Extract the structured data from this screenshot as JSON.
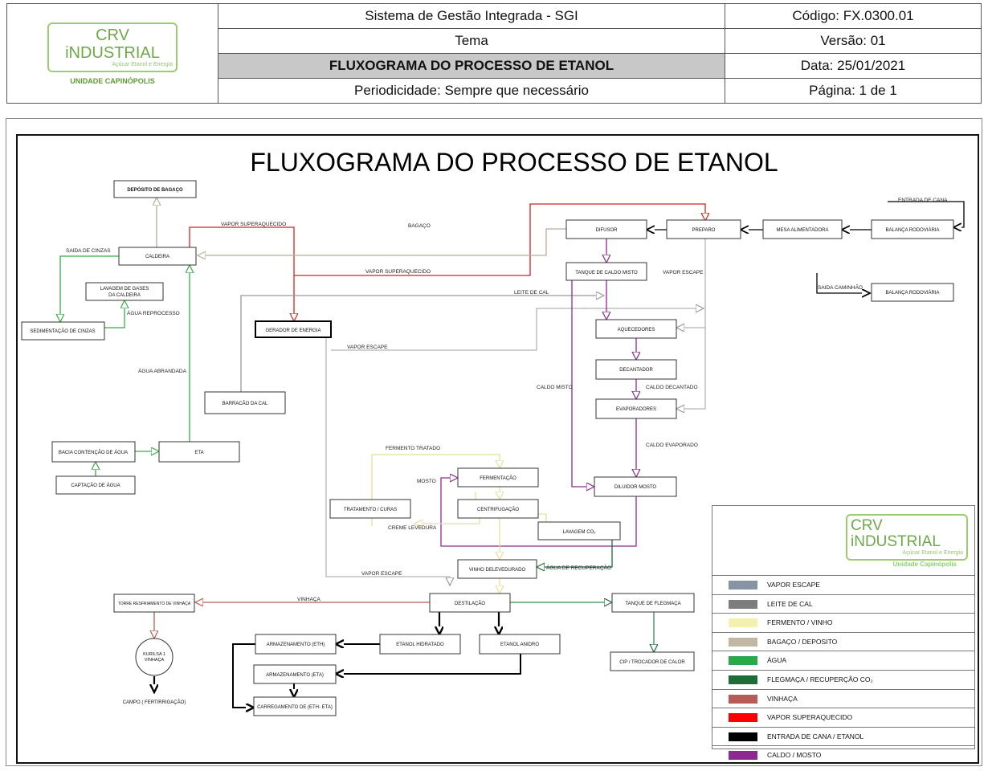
{
  "header": {
    "logo_text": "CRV iNDUSTRIAL",
    "logo_sub": "Açúcar Etanol e Energia",
    "logo_unit": "UNIDADE CAPINÓPOLIS",
    "system": "Sistema de Gestão Integrada - SGI",
    "tema": "Tema",
    "doc_title": "FLUXOGRAMA DO PROCESSO DE ETANOL",
    "periodicidade": "Periodicidade: Sempre que necessário",
    "codigo": "Código: FX.0300.01",
    "versao": "Versão: 01",
    "data": "Data: 25/01/2021",
    "pagina": "Página: 1 de 1"
  },
  "diagram": {
    "title": "FLUXOGRAMA DO PROCESSO DE ETANOL",
    "nodes": {
      "deposito": "DEPÓSITO DE BAGAÇO",
      "caldeira": "CALDEIRA",
      "lavagem_gases_1": "LAVAGEM DE GASES",
      "lavagem_gases_2": "DA CALDEIRA",
      "sedimentacao": "SEDIMENTAÇÃO DE CINZAS",
      "gerador": "GERADOR DE ENERGIA",
      "barracao": "BARRACÃO DA CAL",
      "bacia": "BACIA CONTENÇÃO DE ÁGUA",
      "eta": "ETA",
      "captacao": "CAPTAÇÃO DE ÁGUA",
      "difusor": "DIFUSOR",
      "preparo": "PREPARO",
      "mesa": "MESA ALIMENTADORA",
      "balanca1": "BALANÇA RODOVIÁRIA",
      "balanca2": "BALANÇA RODOVIÁRIA",
      "tanque_caldo": "TANQUE DE CALDO MISTO",
      "aquecedores": "AQUECEDORES",
      "decantador": "DECANTADOR",
      "evaporadores": "EVAPORADORES",
      "diluidor": "DILUIDOR MOSTO",
      "fermentacao": "FERMENTAÇÃO",
      "centrifugacao": "CENTRIFUGAÇÃO",
      "tratamento": "TRATAMENTO / CURAS",
      "lavagem_co2": "LAVAGEM CO₂",
      "vinho": "VINHO DELEVEDURADO",
      "destilacao": "DESTILAÇÃO",
      "torre": "TORRE RESFRIAMENTO DE VINHAÇA",
      "tanque_flegmaca": "TANQUE DE FLEGMAÇA",
      "cip": "CIP / TROCADOR DE CALOR",
      "etanol_hidratado": "ETANOL HIDRATADO",
      "etanol_anidro": "ETANOL ANIDRO",
      "arm_eth": "ARMAZENAMENTO (ETH)",
      "arm_eta": "ARMAZENAMENTO (ETA)",
      "carregamento": "CARREGAMENTO DE (ETH- ETA)",
      "kurilsa_1": "KURILSA 1",
      "kurilsa_2": "VINHAÇA",
      "campo": "CAMPO ( FERTIRRIGAÇÃO)"
    },
    "labels": {
      "vapor_sup_1": "VAPOR SUPERAQUECIDO",
      "vapor_sup_2": "VAPOR SUPERAQUECIDO",
      "bagaco": "BAGAÇO",
      "saida_cinzas": "SAIDA DE CINZAS",
      "agua_reprocesso": "ÁGUA REPROCESSO",
      "agua_abrandada": "ÁGUA ABRANDADA",
      "leite_cal": "LEITE DE CAL",
      "vapor_escape_1": "VAPOR ESCAPE",
      "vapor_escape_2": "VAPOR ESCAPE",
      "vapor_escape_3": "VAPOR ESCAPE",
      "entrada_cana": "ENTRADA DE CANA",
      "saida_caminhao": "SAIDA CAMINHÃO",
      "caldo_misto": "CALDO MISTO",
      "caldo_decantado": "CALDO DECANTADO",
      "caldo_evaporado": "CALDO EVAPORADO",
      "fermento_tratado": "FERMENTO TRATADO",
      "mosto": "MOSTO",
      "creme_levedura": "CREME LEVEDURA",
      "agua_recuperacao": "ÁGUA DE RECUPERAÇÃO",
      "vinhaca": "VINHAÇA"
    }
  },
  "legend": {
    "logo_text": "CRV iNDUSTRIAL",
    "logo_sub": "Açúcar Etanol e Energia",
    "logo_unit": "Unidade Capinópolis",
    "items": [
      {
        "label": "VAPOR ESCAPE",
        "color": "#8593a3"
      },
      {
        "label": "LEITE DE CAL",
        "color": "#7d7d7d"
      },
      {
        "label": "FERMENTO  / VINHO",
        "color": "#f4f0ad"
      },
      {
        "label": "BAGAÇO / DEPOSITO",
        "color": "#c2b7a3"
      },
      {
        "label": "ÁGUA",
        "color": "#2aa84a"
      },
      {
        "label": "FLEGMAÇA / RECUPERÇÃO CO₂",
        "color": "#1f6b3a"
      },
      {
        "label": "VINHAÇA",
        "color": "#b85a55"
      },
      {
        "label": "VAPOR SUPERAQUECIDO",
        "color": "#ff0000"
      },
      {
        "label": "ENTRADA DE CANA  / ETANOL",
        "color": "#000000"
      },
      {
        "label": "CALDO / MOSTO",
        "color": "#8b2a8f"
      }
    ]
  }
}
